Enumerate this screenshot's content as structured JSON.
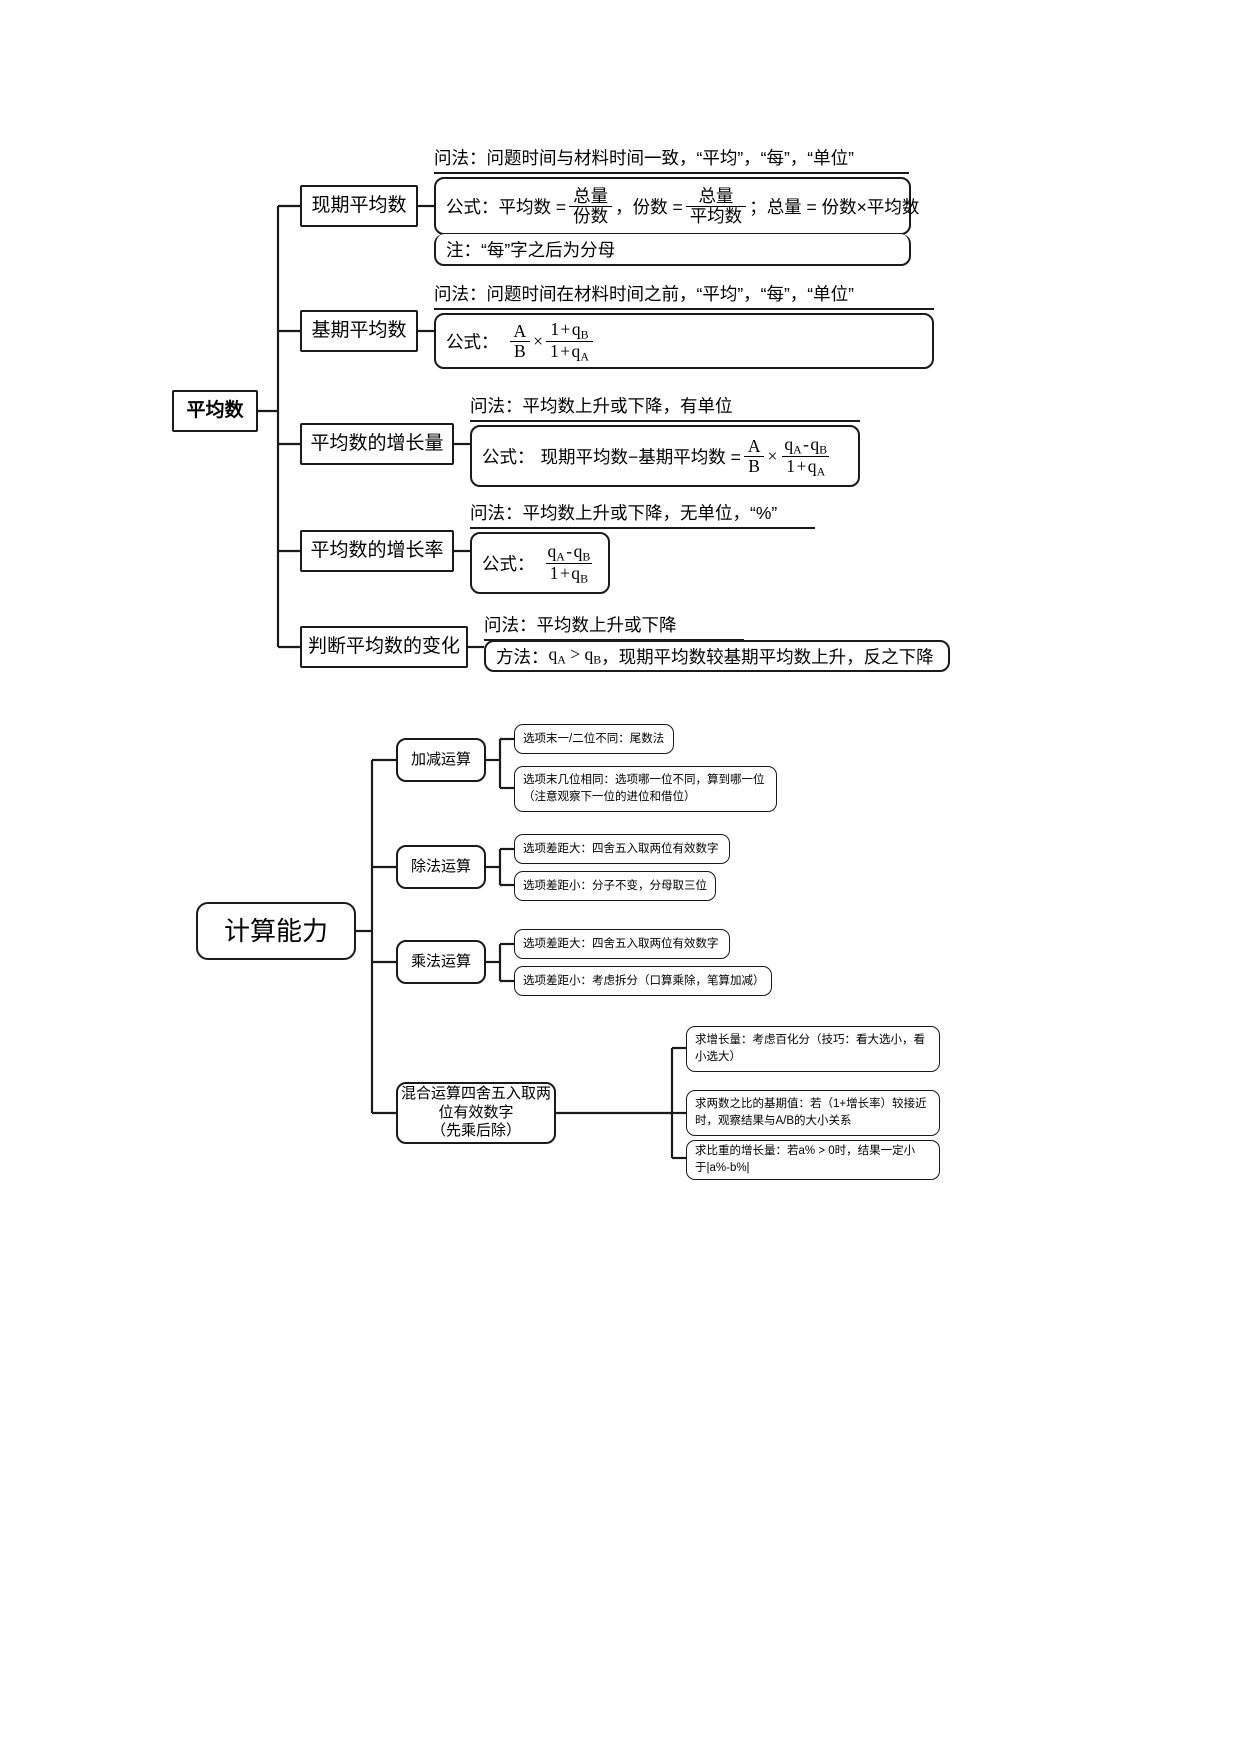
{
  "diagram": {
    "type": "mindmap",
    "title": "平均数 / 计算能力 思维导图",
    "maps": [
      {
        "id": "average",
        "root": "平均数",
        "branches": [
          {
            "label": "现期平均数",
            "rows": [
              {
                "kind": "ruled",
                "text": "问法：问题时间与材料时间一致，“平均”，“每”，“单位”"
              },
              {
                "kind": "formula",
                "prefix": "公式：",
                "expr": "平均数 = 总量/份数，份数 = 总量/平均数；总量 = 份数×平均数"
              },
              {
                "kind": "box",
                "text": "注：“每”字之后为分母"
              }
            ]
          },
          {
            "label": "基期平均数",
            "rows": [
              {
                "kind": "ruled",
                "text": "问法：问题时间在材料时间之前，“平均”，“每”，“单位”"
              },
              {
                "kind": "formula",
                "prefix": "公式：",
                "expr": "A/B × (1+q_B)/(1+q_A)"
              }
            ]
          },
          {
            "label": "平均数的增长量",
            "rows": [
              {
                "kind": "ruled",
                "text": "问法：平均数上升或下降，有单位"
              },
              {
                "kind": "formula",
                "prefix": "公式：",
                "expr": "现期平均数−基期平均数 = A/B × (q_A − q_B)/(1+q_A)"
              }
            ]
          },
          {
            "label": "平均数的增长率",
            "rows": [
              {
                "kind": "ruled",
                "text": "问法：平均数上升或下降，无单位，“%”"
              },
              {
                "kind": "formula",
                "prefix": "公式：",
                "expr": "(q_A − q_B)/(1+q_B)"
              }
            ]
          },
          {
            "label": "判断平均数的变化",
            "rows": [
              {
                "kind": "ruled",
                "text": "问法：平均数上升或下降"
              },
              {
                "kind": "box",
                "text": "方法：q_A > q_B，现期平均数较基期平均数上升，反之下降"
              }
            ]
          }
        ]
      },
      {
        "id": "calculation",
        "root": "计算能力",
        "branches": [
          {
            "label": "加减运算",
            "leaves": [
              "选项末一/二位不同：尾数法",
              "选项末几位相同：选项哪一位不同，算到哪一位\n（注意观察下一位的进位和借位）"
            ]
          },
          {
            "label": "除法运算",
            "leaves": [
              "选项差距大：四舍五入取两位有效数字",
              "选项差距小：分子不变，分母取三位"
            ]
          },
          {
            "label": "乘法运算",
            "leaves": [
              "选项差距大：四舍五入取两位有效数字",
              "选项差距小：考虑拆分（口算乘除，笔算加减）"
            ]
          },
          {
            "label": "混合运算四舍五入取两位有效数字\n（先乘后除）",
            "leaves": [
              "求增长量：考虑百化分（技巧：看大选小，看小选大）",
              "求两数之比的基期值：若（1+增长率）较接近时，观察结果与A/B的大小关系",
              "求比重的增长量：若a% > 0时，结果一定小于|a%-b%|"
            ]
          }
        ]
      }
    ],
    "symbols": {
      "q_a": "q",
      "q_a_sub": "A",
      "q_b": "q",
      "q_b_sub": "B",
      "numerator_total": "总量",
      "denominator_parts": "份数",
      "denominator_average": "平均数",
      "A": "A",
      "B": "B",
      "one": "1"
    },
    "labels": {
      "ask": "问法：",
      "formula": "公式：",
      "note": "注：",
      "method": "方法：",
      "average": "平均数",
      "total": "总量",
      "parts": "份数",
      "eq": "=",
      "times": "×",
      "plus": "+",
      "minus": "-",
      "gt": ">",
      "semicolon": "；",
      "comma": "，",
      "r1_tail": "总量 = 份数×平均数",
      "r1_mid": "，份数 =",
      "r1_head": "平均数 =",
      "r3_head": "现期平均数−基期平均数 =",
      "note_text": "“每”字之后为分母",
      "method_tail": "，现期平均数较基期平均数上升，反之下降"
    },
    "colors": {
      "stroke": "#1a1a1a",
      "background": "#ffffff",
      "text": "#000000"
    }
  }
}
